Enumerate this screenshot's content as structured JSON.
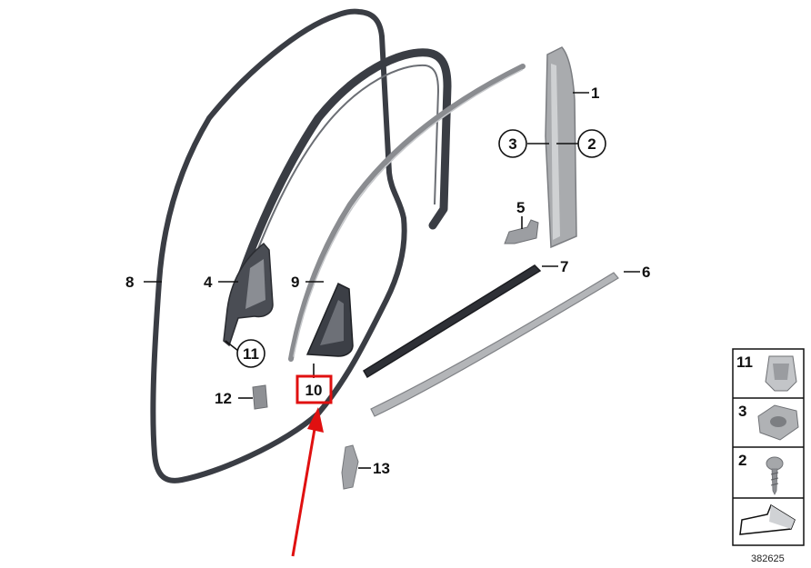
{
  "labels": {
    "p1": "1",
    "p2": "2",
    "p3": "3",
    "p4": "4",
    "p5": "5",
    "p6": "6",
    "p7": "7",
    "p8": "8",
    "p9": "9",
    "p10": "10",
    "p11": "11",
    "p12": "12",
    "p13": "13"
  },
  "legend": {
    "row1": "11",
    "row2": "3",
    "row3": "2"
  },
  "catalog_number": "382625",
  "colors": {
    "highlight_box": "#e01010",
    "arrow": "#e01010",
    "seal_dark": "#3a3d44",
    "trim_gray": "#8a8c90",
    "trim_light": "#b9bbbe"
  }
}
